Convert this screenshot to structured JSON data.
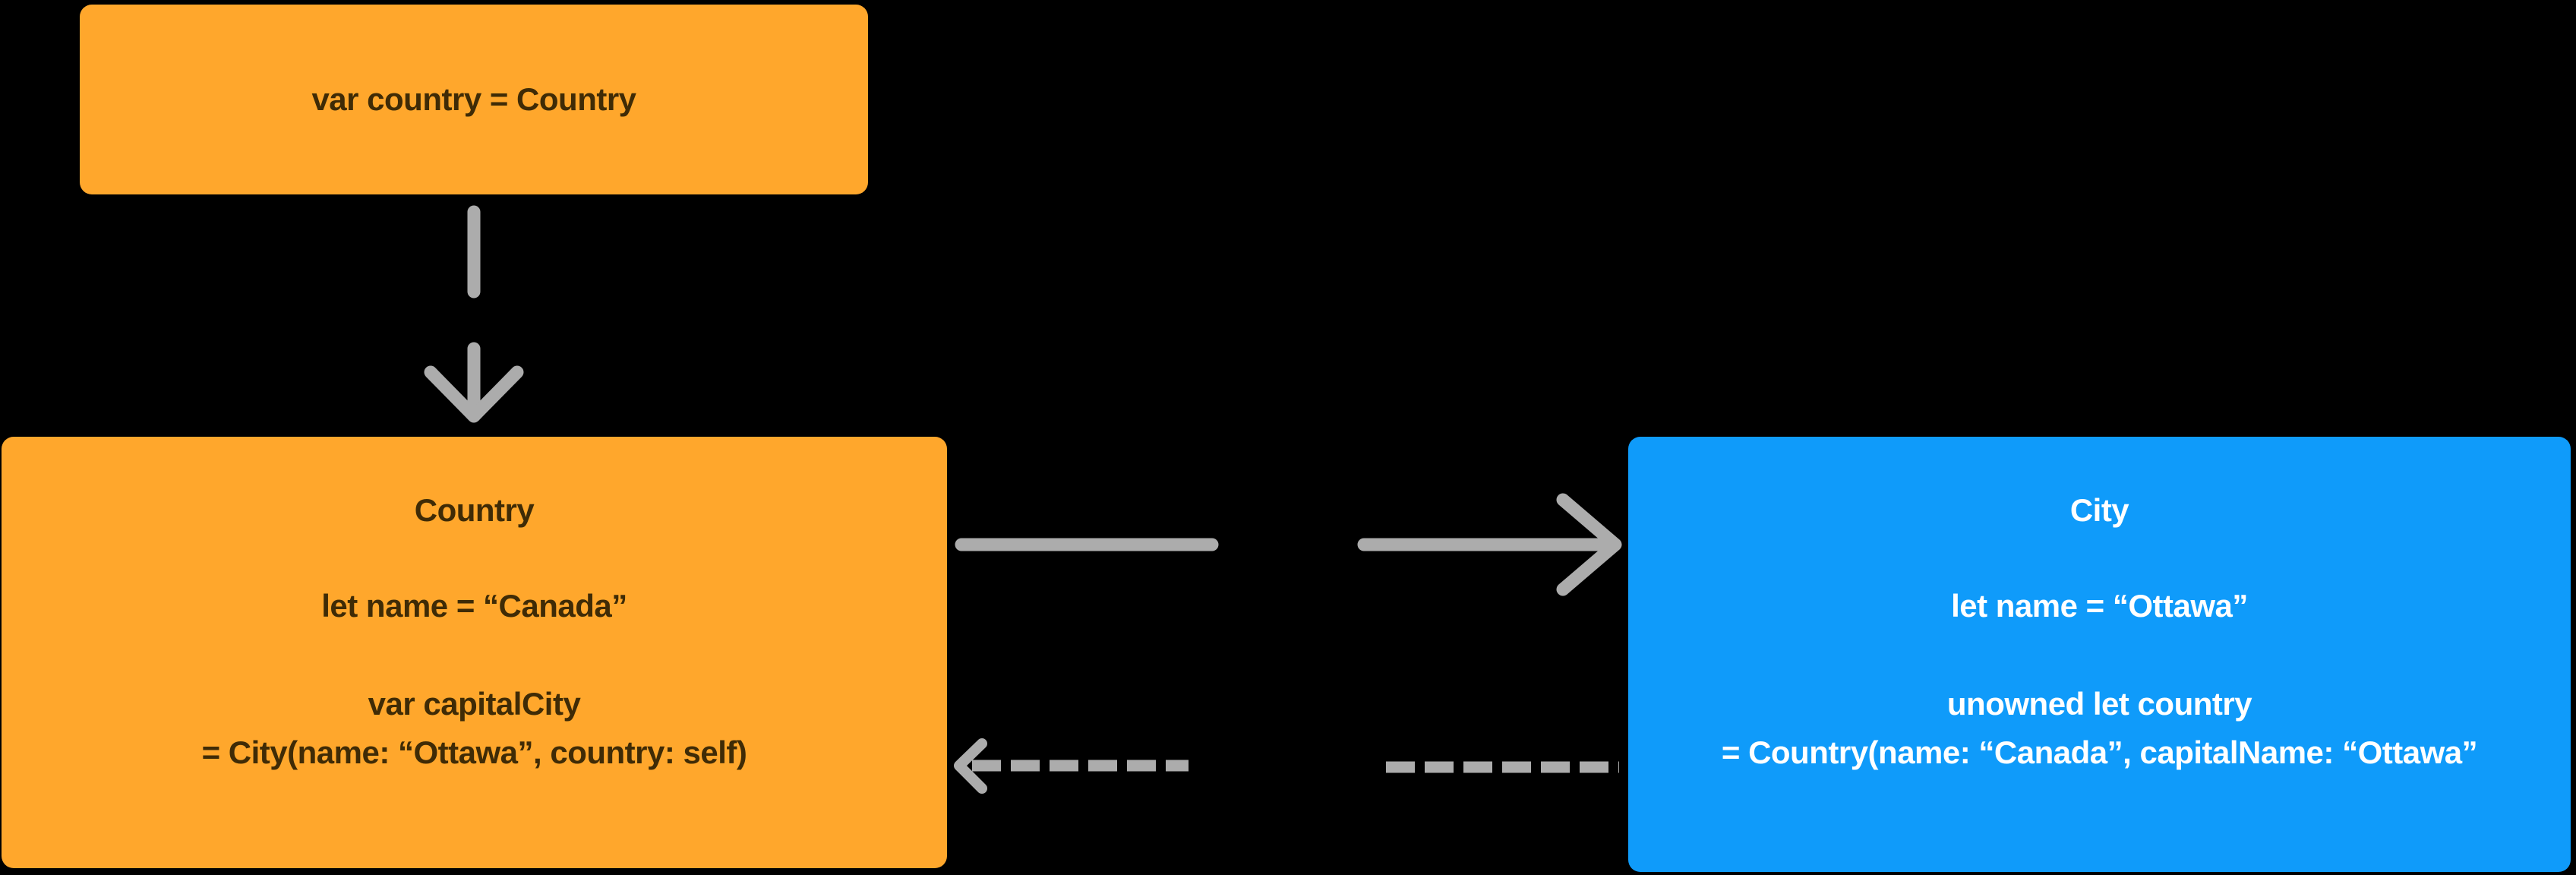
{
  "colors": {
    "background": "#000000",
    "class_box_orange": "#FFA72C",
    "instance_box_blue": "#0F9BFA",
    "arrow_gray": "#ACACAC",
    "text_on_orange": "#3F2B06",
    "text_on_blue": "#FFFFFF"
  },
  "diagram": {
    "declaration_box": {
      "text": "var country = Country"
    },
    "country_box": {
      "title": "Country",
      "name_property": "let name = “Canada”",
      "capital_property_line1": "var capitalCity",
      "capital_property_line2": "= City(name: “Ottawa”, country: self)"
    },
    "city_box": {
      "title": "City",
      "name_property": "let name = “Ottawa”",
      "country_property_line1": "unowned let country",
      "country_property_line2": "= Country(name: “Canada”, capitalName: “Ottawa”"
    },
    "arrows": {
      "declaration_to_country": "solid-down-arrow",
      "country_to_city": "solid-right-arrow",
      "city_to_country": "dashed-left-arrow"
    }
  }
}
